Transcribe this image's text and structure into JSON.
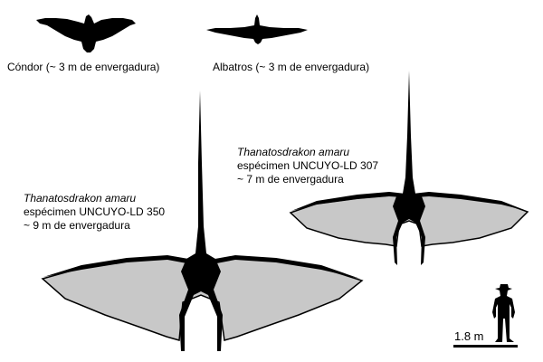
{
  "figure": {
    "condor_caption": "Cóndor (~ 3 m de envergadura)",
    "albatros_caption": "Albatros (~ 3 m de envergadura)",
    "specimen_307": {
      "species": "Thanatosdrakon amaru",
      "specimen": "espécimen UNCUYO-LD 307",
      "wingspan": "~ 7 m de envergadura"
    },
    "specimen_350": {
      "species": "Thanatosdrakon amaru",
      "specimen": "espécimen UNCUYO-LD 350",
      "wingspan": "~ 9 m de envergadura"
    },
    "scale_label": "1.8 m"
  },
  "colors": {
    "silhouette": "#000000",
    "membrane": "#c8c8c8",
    "background": "#ffffff"
  }
}
